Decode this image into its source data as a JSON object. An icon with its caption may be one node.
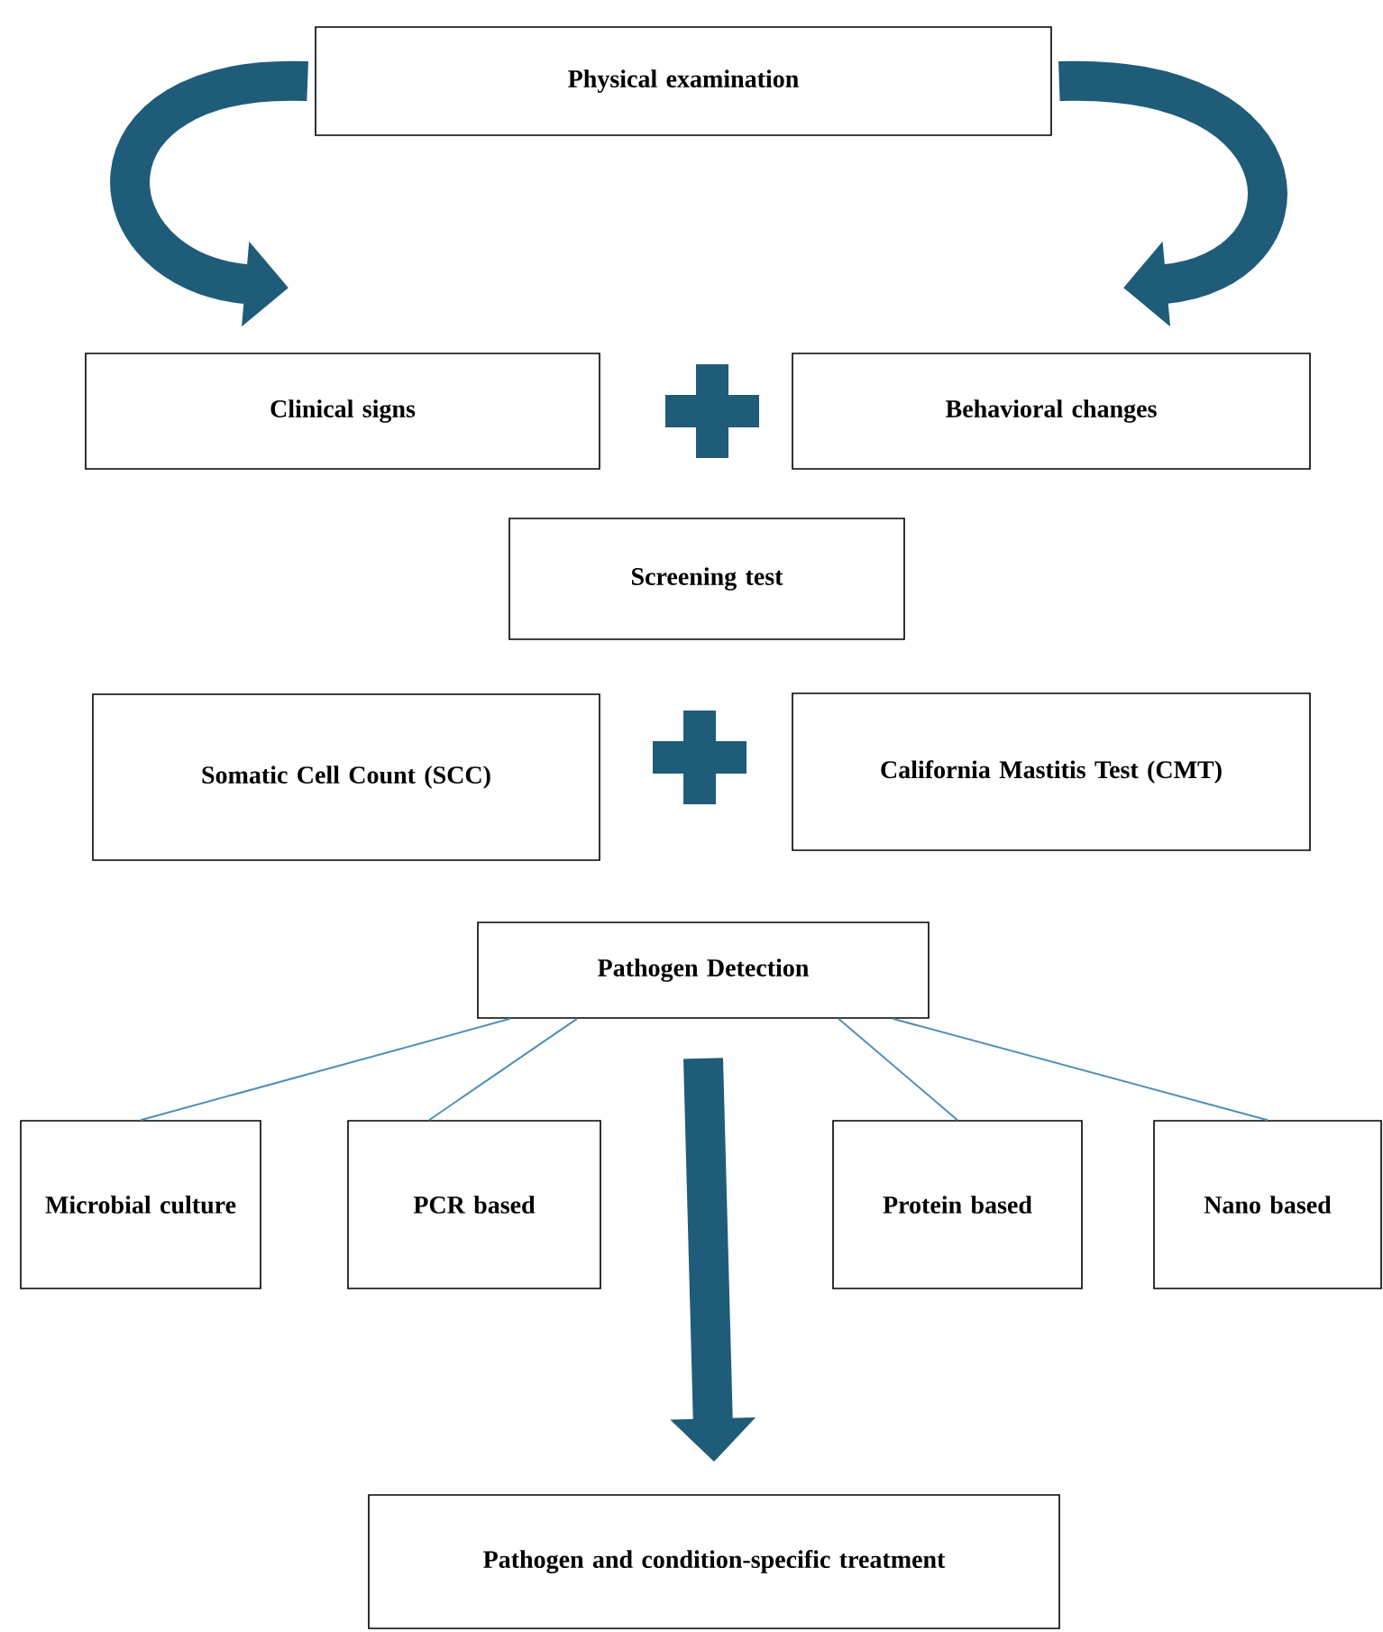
{
  "diagram": {
    "nodes": [
      {
        "text": [
          "Physical examination"
        ]
      },
      {
        "text": [
          "Clinical signs"
        ]
      },
      {
        "text": [
          "Behavioral changes"
        ]
      },
      {
        "text": [
          "Screening test"
        ]
      },
      {
        "text": [
          "Somatic Cell Count (SCC)"
        ]
      },
      {
        "text": [
          "California Mastitis Test (CMT)"
        ]
      },
      {
        "text": [
          "Pathogen Detection"
        ]
      },
      {
        "text": [
          "Microbial culture"
        ]
      },
      {
        "text": [
          "PCR based"
        ]
      },
      {
        "text": [
          "Protein based"
        ]
      },
      {
        "text": [
          "Nano based"
        ]
      },
      {
        "text": [
          "Pathogen and condition-specific treatment"
        ]
      }
    ],
    "edges": [
      {
        "from": 0,
        "to": 1,
        "arrow": "to",
        "style": "thick",
        "color": "#1f5c7a"
      },
      {
        "from": 0,
        "to": 2,
        "arrow": "to",
        "style": "thick",
        "color": "#1f5c7a"
      },
      {
        "from": 6,
        "to": 7,
        "arrow": "none"
      },
      {
        "from": 6,
        "to": 8,
        "arrow": "none"
      },
      {
        "from": 6,
        "to": 9,
        "arrow": "none"
      },
      {
        "from": 6,
        "to": 10,
        "arrow": "none"
      },
      {
        "from": 6,
        "to": 11,
        "arrow": "to",
        "style": "thick",
        "color": "#1f5c7a"
      }
    ]
  }
}
